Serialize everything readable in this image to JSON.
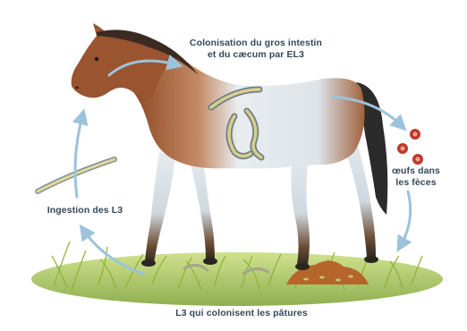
{
  "diagram": {
    "labels": {
      "colonisation": {
        "line1": "Colonisation du gros intestin",
        "line2": "et du cæcum par EL3"
      },
      "eggs": {
        "line1": "œufs dans",
        "line2": "les fèces"
      },
      "ingestion": "Ingestion des L3",
      "pastures": "L3 qui colonisent les pâtures"
    },
    "colors": {
      "arrow": "#9cc3dc",
      "label_text": "#34495a",
      "horse_coat": "#a0522d",
      "tail": "#2b2b2b",
      "grass": "#8fb33a",
      "dung": "#b5652a",
      "egg": "#c0392b",
      "larva": "#c9c07a"
    }
  }
}
